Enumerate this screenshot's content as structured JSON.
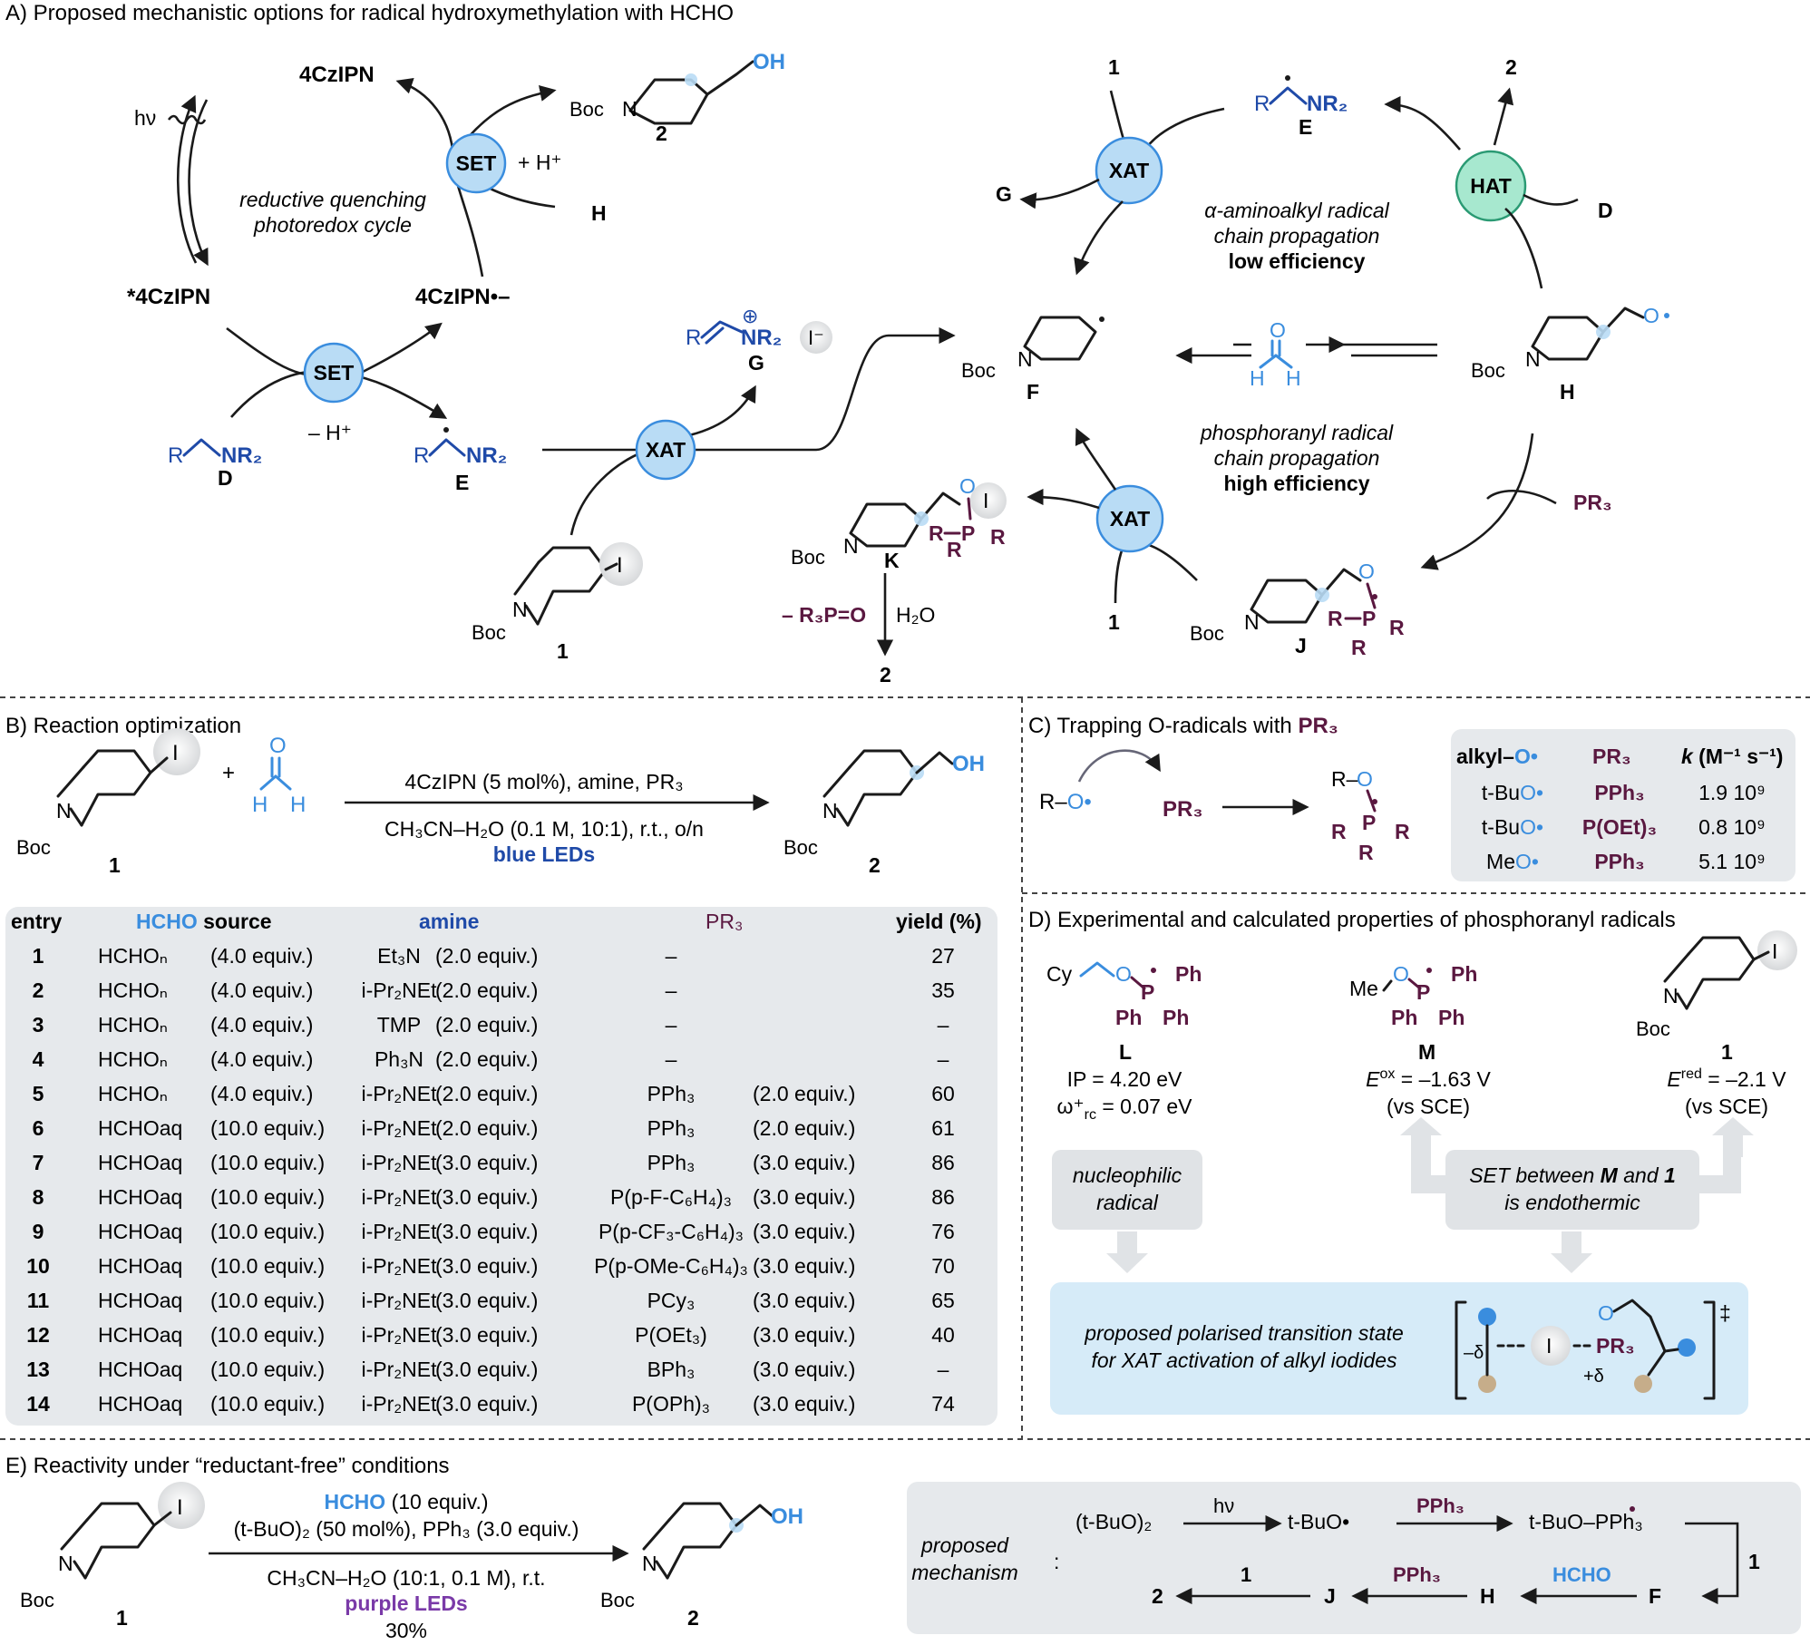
{
  "colors": {
    "blue": "#1f4aa8",
    "light_blue": "#3a8dde",
    "purple": "#5a1840",
    "violet": "#7a3aa8",
    "panel_grey": "#e6e9ec",
    "circle_blue": "#b9dcf5",
    "circle_green": "#a7e8cf"
  },
  "panelA": {
    "title": "A) Proposed mechanistic options for radical hydroxymethylation with HCHO",
    "cat_4czipn": "4CzIPN",
    "cat_excited": "*4CzIPN",
    "cat_reduced": "4CzIPN•–",
    "hv": "hν",
    "set": "SET",
    "xat": "XAT",
    "hat": "HAT",
    "plus_h": "+ H⁺",
    "minus_h": "– H⁺",
    "cycle_text1": "reductive quenching",
    "cycle_text2": "photoredox cycle",
    "chain1_line1": "α-aminoalkyl radical",
    "chain1_line2": "chain propagation",
    "chain1_line3": "low efficiency",
    "chain2_line1": "phosphoranyl radical",
    "chain2_line2": "chain propagation",
    "chain2_line3": "high efficiency",
    "pr3": "PR₃",
    "r3po": "– R₃P=O",
    "h2o": "H₂O",
    "labels": {
      "one": "1",
      "two": "2",
      "D": "D",
      "E": "E",
      "F": "F",
      "G": "G",
      "H": "H",
      "J": "J",
      "K": "K"
    },
    "boc": "Boc",
    "n": "N",
    "oh": "OH",
    "o": "O",
    "r": "R",
    "p": "P",
    "i": "I",
    "nr2": "NR₂",
    "iminium_charge": "⊕",
    "iodide": "I⁻"
  },
  "panelB": {
    "title": "B) Reaction optimization",
    "conditions_top": "4CzIPN (5 mol%), amine, PR₃",
    "conditions_bottom": "CH₃CN–H₂O (0.1 M, 10:1), r.t., o/n",
    "conditions_light": "blue LEDs",
    "plus": "+",
    "headers": {
      "entry": "entry",
      "hcho": "HCHO",
      "source": " source",
      "amine": "amine",
      "pr3": "PR₃",
      "yield": "yield (%)"
    },
    "rows": [
      {
        "entry": "1",
        "hcho": "HCHOₙ",
        "heq": "(4.0 equiv.)",
        "amine": "Et₃N",
        "aeq": "(2.0 equiv.)",
        "pr3": "–",
        "peq": "",
        "yield": "27"
      },
      {
        "entry": "2",
        "hcho": "HCHOₙ",
        "heq": "(4.0 equiv.)",
        "amine": "i-Pr₂NEt",
        "aeq": "(2.0 equiv.)",
        "pr3": "–",
        "peq": "",
        "yield": "35"
      },
      {
        "entry": "3",
        "hcho": "HCHOₙ",
        "heq": "(4.0 equiv.)",
        "amine": "TMP",
        "aeq": "(2.0 equiv.)",
        "pr3": "–",
        "peq": "",
        "yield": "–"
      },
      {
        "entry": "4",
        "hcho": "HCHOₙ",
        "heq": "(4.0 equiv.)",
        "amine": "Ph₃N",
        "aeq": "(2.0 equiv.)",
        "pr3": "–",
        "peq": "",
        "yield": "–"
      },
      {
        "entry": "5",
        "hcho": "HCHOₙ",
        "heq": "(4.0 equiv.)",
        "amine": "i-Pr₂NEt",
        "aeq": "(2.0 equiv.)",
        "pr3": "PPh₃",
        "peq": "(2.0 equiv.)",
        "yield": "60"
      },
      {
        "entry": "6",
        "hcho": "HCHOaq",
        "heq": "(10.0 equiv.)",
        "amine": "i-Pr₂NEt",
        "aeq": "(2.0 equiv.)",
        "pr3": "PPh₃",
        "peq": "(2.0 equiv.)",
        "yield": "61"
      },
      {
        "entry": "7",
        "hcho": "HCHOaq",
        "heq": "(10.0 equiv.)",
        "amine": "i-Pr₂NEt",
        "aeq": "(3.0 equiv.)",
        "pr3": "PPh₃",
        "peq": "(3.0 equiv.)",
        "yield": "86"
      },
      {
        "entry": "8",
        "hcho": "HCHOaq",
        "heq": "(10.0 equiv.)",
        "amine": "i-Pr₂NEt",
        "aeq": "(3.0 equiv.)",
        "pr3": "P(p-F-C₆H₄)₃",
        "peq": "(3.0 equiv.)",
        "yield": "86"
      },
      {
        "entry": "9",
        "hcho": "HCHOaq",
        "heq": "(10.0 equiv.)",
        "amine": "i-Pr₂NEt",
        "aeq": "(3.0 equiv.)",
        "pr3": "P(p-CF₃-C₆H₄)₃",
        "peq": "(3.0 equiv.)",
        "yield": "76"
      },
      {
        "entry": "10",
        "hcho": "HCHOaq",
        "heq": "(10.0 equiv.)",
        "amine": "i-Pr₂NEt",
        "aeq": "(3.0 equiv.)",
        "pr3": "P(p-OMe-C₆H₄)₃",
        "peq": "(3.0 equiv.)",
        "yield": "70"
      },
      {
        "entry": "11",
        "hcho": "HCHOaq",
        "heq": "(10.0 equiv.)",
        "amine": "i-Pr₂NEt",
        "aeq": "(3.0 equiv.)",
        "pr3": "PCy₃",
        "peq": "(3.0 equiv.)",
        "yield": "65"
      },
      {
        "entry": "12",
        "hcho": "HCHOaq",
        "heq": "(10.0 equiv.)",
        "amine": "i-Pr₂NEt",
        "aeq": "(3.0 equiv.)",
        "pr3": "P(OEt₃)",
        "peq": "(3.0 equiv.)",
        "yield": "40"
      },
      {
        "entry": "13",
        "hcho": "HCHOaq",
        "heq": "(10.0 equiv.)",
        "amine": "i-Pr₂NEt",
        "aeq": "(3.0 equiv.)",
        "pr3": "BPh₃",
        "peq": "(3.0 equiv.)",
        "yield": "–"
      },
      {
        "entry": "14",
        "hcho": "HCHOaq",
        "heq": "(10.0 equiv.)",
        "amine": "i-Pr₂NEt",
        "aeq": "(3.0 equiv.)",
        "pr3": "P(OPh)₃",
        "peq": "(3.0 equiv.)",
        "yield": "74"
      }
    ]
  },
  "panelC": {
    "title": "C) Trapping O-radicals with ",
    "title_pr3": "PR₃",
    "ro": "R–O•",
    "pr3": "PR₃",
    "headers": {
      "alkyl": "alkyl–",
      "alkyl_o": "O•",
      "pr3": "PR₃",
      "k": "k",
      "k_unit": " (M⁻¹ s⁻¹)"
    },
    "rows": [
      {
        "alkyl": "t-Bu",
        "pr3": "PPh₃",
        "k": "1.9 10⁹"
      },
      {
        "alkyl": "t-Bu",
        "pr3": "P(OEt)₃",
        "k": "0.8 10⁹"
      },
      {
        "alkyl": "Me",
        "pr3": "PPh₃",
        "k": "5.1 10⁹"
      }
    ]
  },
  "panelD": {
    "title": "D) Experimental and calculated properties of phosphoranyl radicals",
    "L_label": "L",
    "L_ip": "IP = 4.20 eV",
    "L_omega": "ω⁺",
    "L_omega_sub": "rc",
    "L_omega_val": " = 0.07 eV",
    "M_label": "M",
    "M_e": "E",
    "M_e_sup": "ox",
    "M_e_val": " = –1.63 V",
    "M_vs": "(vs SCE)",
    "one_label": "1",
    "one_e": "E",
    "one_e_sup": "red",
    "one_e_val": " = –2.1 V",
    "one_vs": "(vs SCE)",
    "nucleo1": "nucleophilic",
    "nucleo2": "radical",
    "set1a": "SET between ",
    "set1b": "M",
    "set1c": " and ",
    "set1d": "1",
    "set2": "is endothermic",
    "ts1": "proposed polarised transition state",
    "ts2": "for XAT activation of alkyl iodides",
    "cy": "Cy",
    "me": "Me",
    "ph": "Ph",
    "minus_delta": "–δ",
    "plus_delta": "+δ",
    "dagger": "‡"
  },
  "panelE": {
    "title": "E) Reactivity under “reductant-free” conditions",
    "hcho": "HCHO",
    "hcho_eq": " (10 equiv.)",
    "cond1": "(t-BuO)₂ (50 mol%), PPh₃ (3.0 equiv.)",
    "cond2": "CH₃CN–H₂O (10:1, 0.1 M), r.t.",
    "light": "purple LEDs",
    "yield": "30%",
    "mech1": "proposed",
    "mech2": "mechanism",
    "colon": ":",
    "tbuo2": "(t-BuO)₂",
    "hv": "hν",
    "tbuo": "t-BuO•",
    "pph3": "PPh₃",
    "tbuopph3": "t-BuO–PPh₃",
    "one": "1",
    "two": "2",
    "J": "J",
    "H": "H",
    "F": "F",
    "hcho2": "HCHO"
  }
}
